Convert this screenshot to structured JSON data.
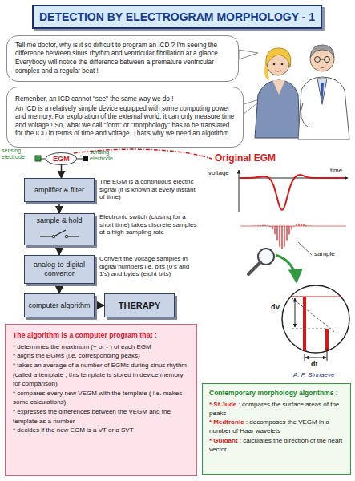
{
  "diagram": {
    "title": "DETECTION BY ELECTROGRAM MORPHOLOGY - 1",
    "nodes": [
      {
        "text": [
          "DETECTION BY ELECTROGRAM MORPHOLOGY - 1"
        ]
      },
      {
        "text": [
          "Tell me doctor, why is it so difficult to program an ICD ? I'm seeing the difference between sinus rhythm and ventricular fibrillation at a glance. Everybody will notice the difference between a premature ventricular complex and a regular beat !"
        ]
      },
      {
        "text": [
          "Remenber, an ICD cannot \"see\" the same way we do !",
          "An ICD is a relatively simple device equipped with some computing power and memory. For exploration of the external world, it can only measure time and voltage ! So, what we call \"form\" or \"morphology\" has to be translated for the ICD in terms of time and voltage. That's why we need an algorithm."
        ]
      },
      {
        "text": [
          "EGM"
        ]
      },
      {
        "text": [
          "amplifier & filter"
        ]
      },
      {
        "text": [
          "sample & hold"
        ]
      },
      {
        "text": [
          "analog-to-digital convertor"
        ]
      },
      {
        "text": [
          "computer algorithm"
        ]
      },
      {
        "text": [
          "THERAPY"
        ]
      },
      {
        "text": [
          "The algorithm is a computer program that :",
          "* determines the maximum (+ or - ) of each EGM",
          "* aligns the EGMs (i.e. corresponding peaks)",
          "* takes an average of a number of EGMs during sinus rhythm (called a template ; this template is stored in device memory for comparison)",
          "* compares every new VEGM with the template ( i.e. makes some calculations)",
          "* expresses the differences between the VEGM and the template as a number",
          "* decides if the new EGM is a VT or a SVT"
        ]
      },
      {
        "text": [
          "Contemporary morphology algorithms :",
          "* St Jude : compares the surface areas of the peaks",
          "* Medtronic : decomposes the VEGM in a number of Haar wavelets",
          "* Guidant : calculates the direction of the heart vector"
        ]
      }
    ],
    "edges": [
      {
        "from": 3,
        "to": 4,
        "arrow": "to"
      },
      {
        "from": 4,
        "to": 5,
        "arrow": "to"
      },
      {
        "from": 5,
        "to": 6,
        "arrow": "to"
      },
      {
        "from": 6,
        "to": 7,
        "arrow": "to"
      },
      {
        "from": 7,
        "to": 8,
        "arrow": "to"
      }
    ],
    "labels": [
      "sensing electrode",
      "sensing electrode",
      "The EGM is a continuous electric signal (it is known at every instant of time)",
      "Electronic switch (closing for a short time) takes discrete samples at a high sampling rate",
      "Convert the voltage samples in digital numbers i.e. bits (0's and 1's) and bytes (eight bits)",
      "Original EGM",
      "voltage",
      "time",
      "sample",
      "dV",
      "dt",
      "A. F. Sinnaeve"
    ]
  }
}
